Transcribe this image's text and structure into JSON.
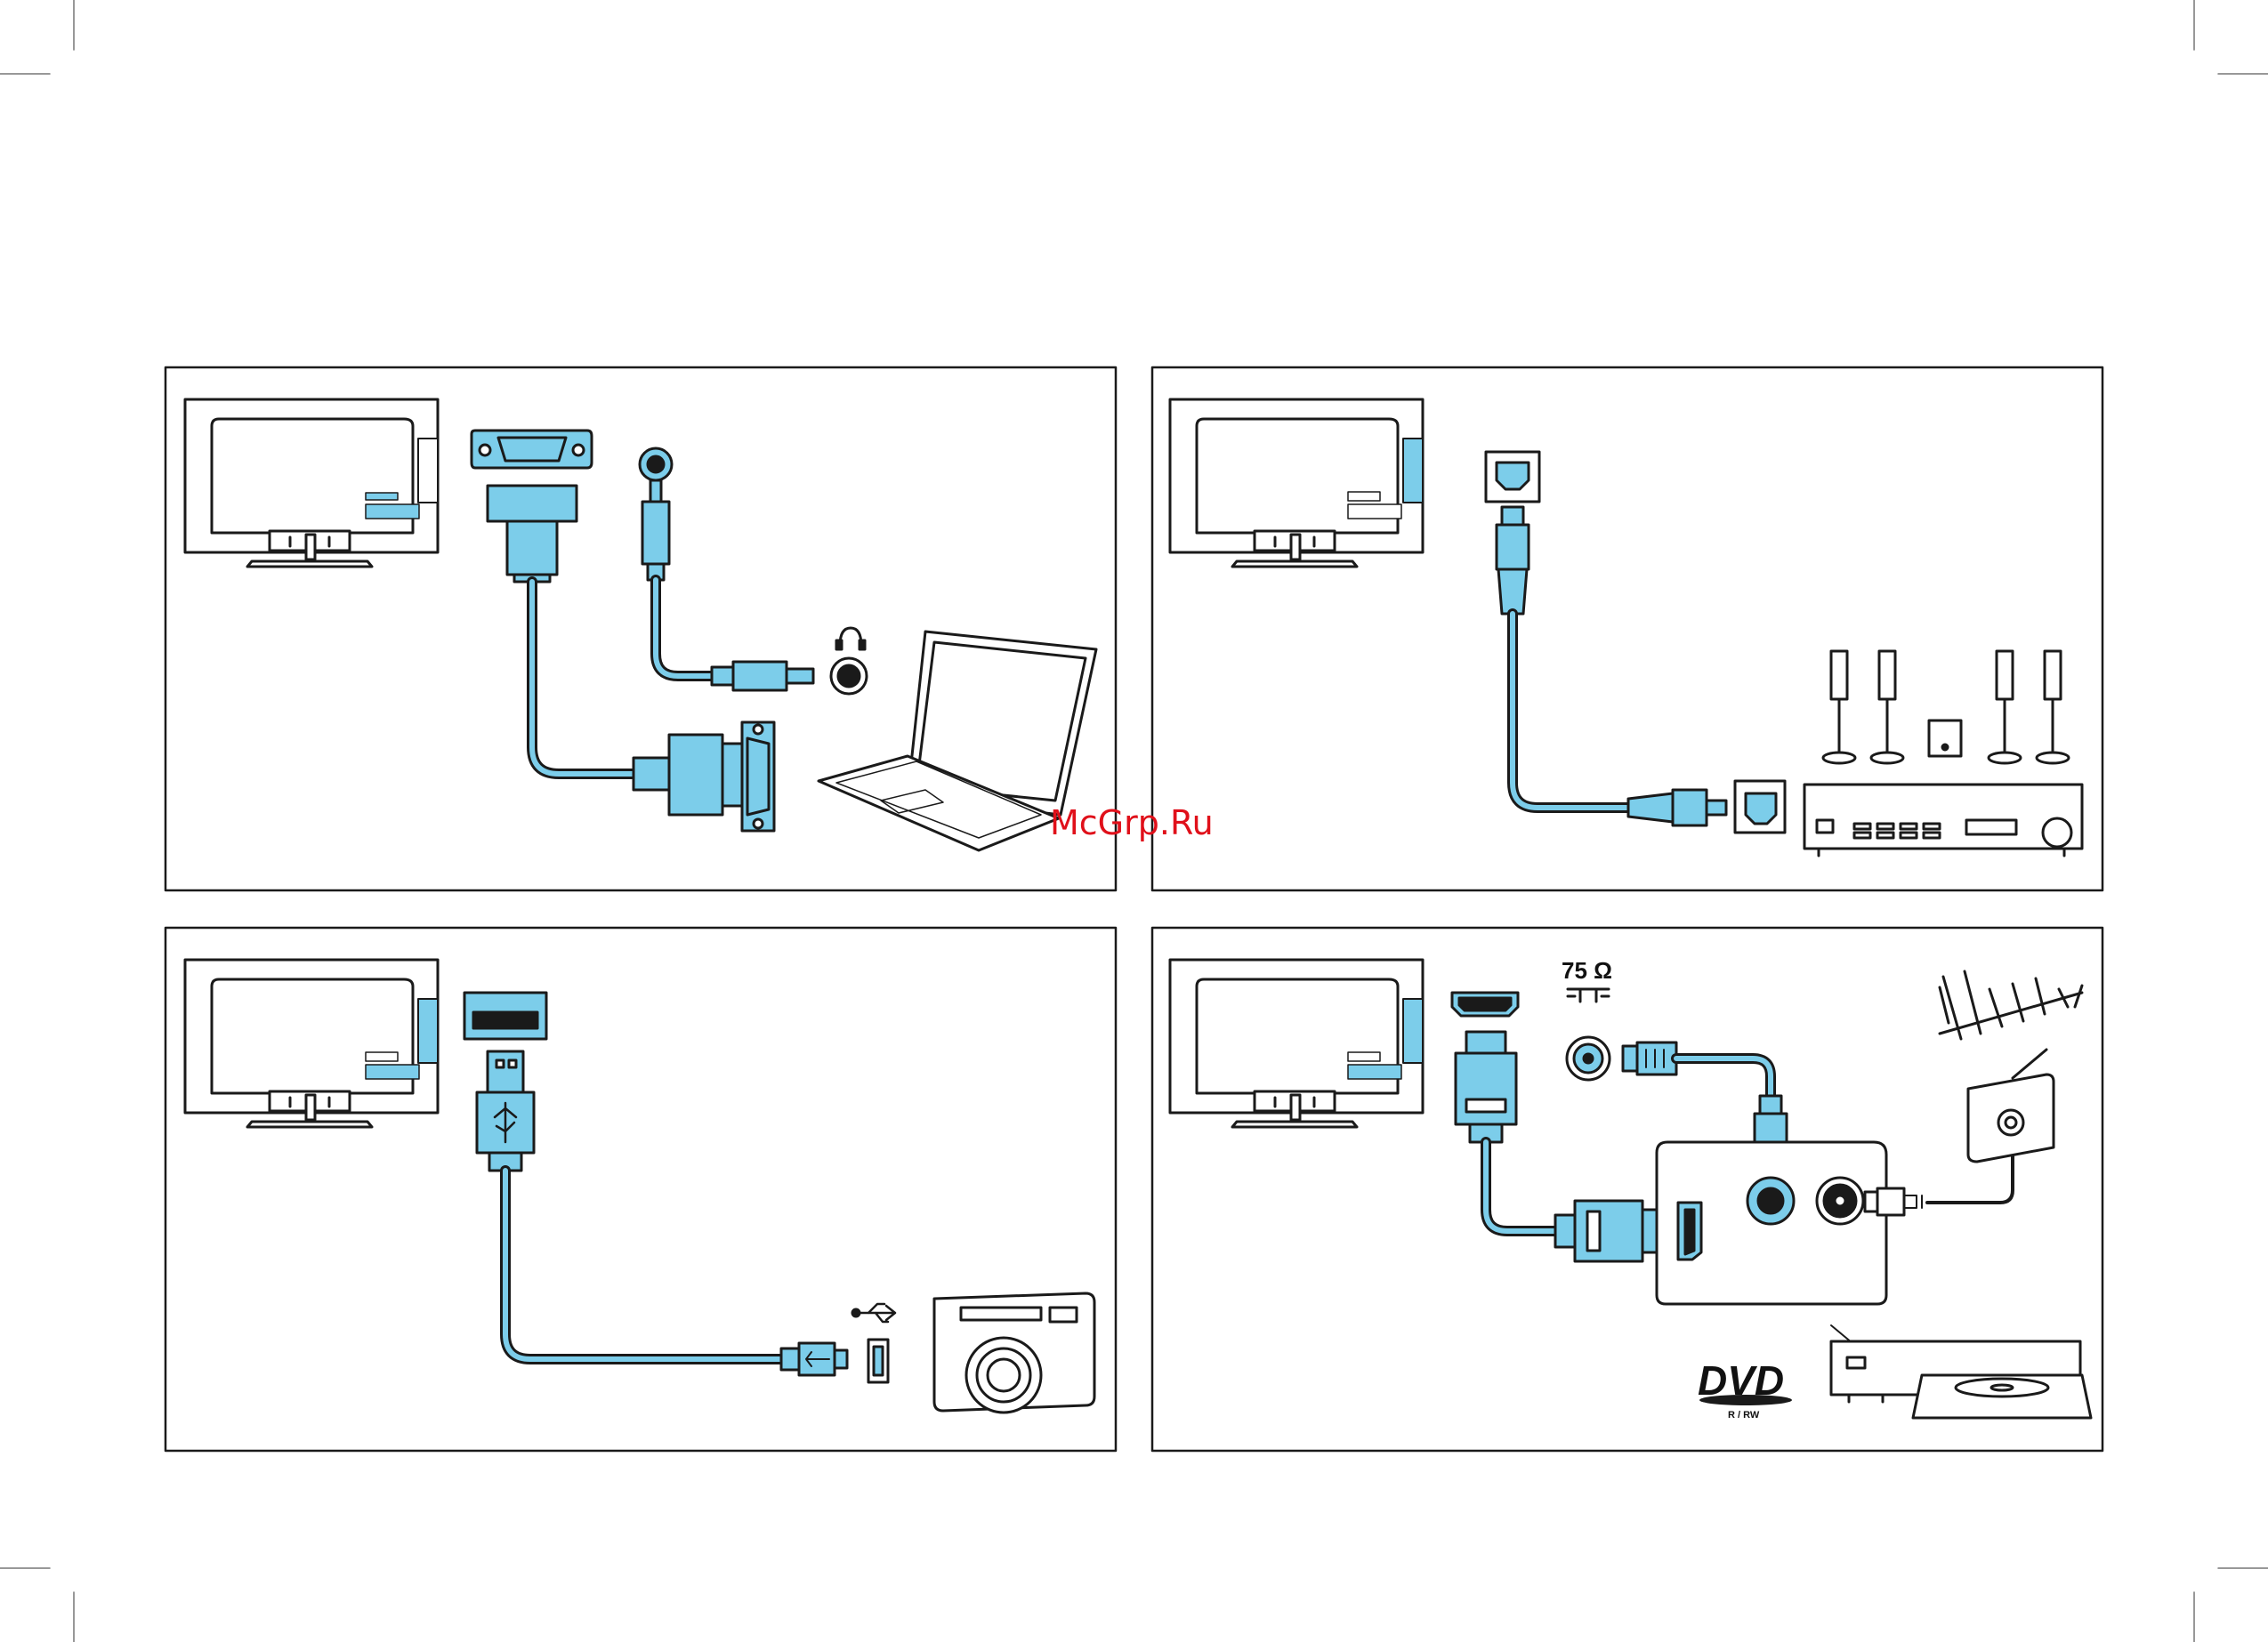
{
  "watermark": "McGrp.Ru",
  "colors": {
    "accent": "#7ccdea",
    "stroke": "#1a1a1a",
    "watermark": "#e0101a"
  },
  "panels": [
    {
      "id": "pc",
      "devices": [
        "tv",
        "vga-cable",
        "audio-jack-cable",
        "headphone-icon",
        "laptop"
      ]
    },
    {
      "id": "optical",
      "devices": [
        "tv",
        "optical-cable",
        "home-theater-speakers",
        "receiver"
      ]
    },
    {
      "id": "usb",
      "devices": [
        "tv",
        "usb-cable",
        "usb-icon",
        "camera"
      ]
    },
    {
      "id": "hdmi-antenna",
      "devices": [
        "tv",
        "hdmi-cable",
        "antenna-cable",
        "antenna",
        "wall-socket",
        "dvd-recorder"
      ],
      "labels": {
        "impedance": "75 Ω",
        "dvd_logo": "DVD",
        "dvd_format": "R / RW"
      }
    }
  ]
}
